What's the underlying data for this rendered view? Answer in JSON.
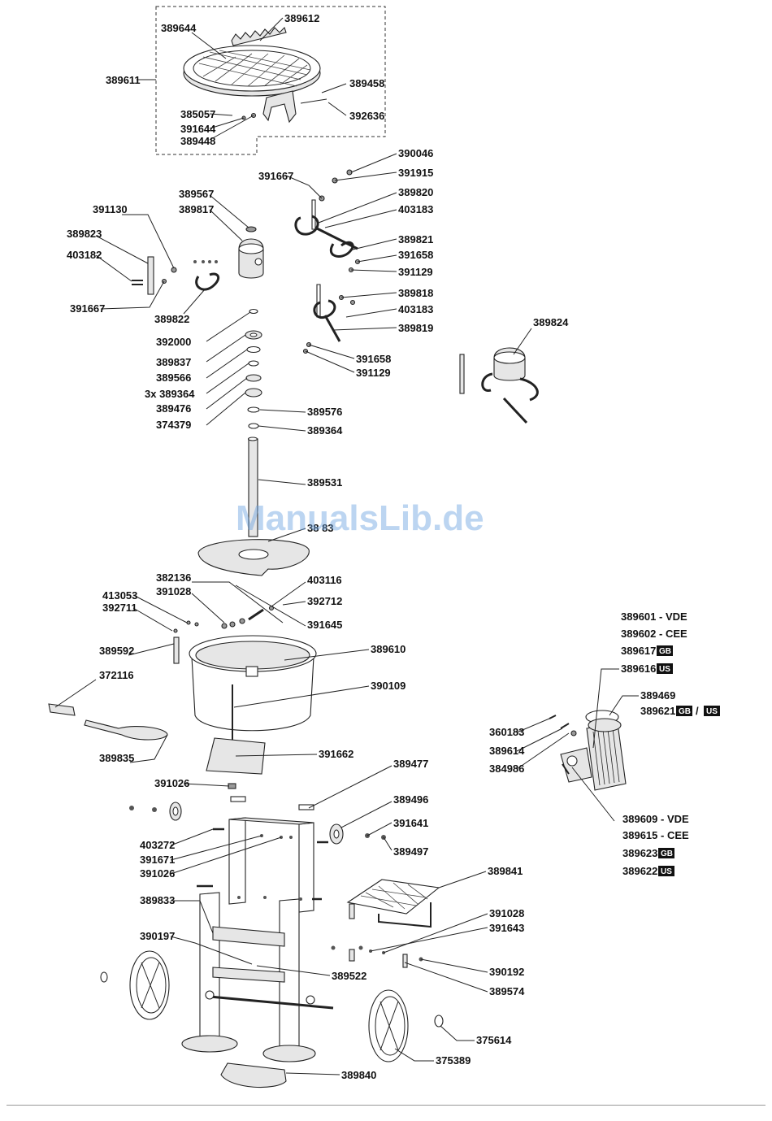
{
  "watermark": "ManualsLib.de",
  "parts": [
    "389612",
    "389644",
    "389611",
    "389458",
    "385057",
    "391644",
    "389448",
    "392636",
    "390046",
    "391667",
    "391915",
    "389820",
    "403183",
    "389821",
    "391658",
    "391129",
    "389818",
    "403183",
    "389819",
    "391658",
    "391129",
    "389567",
    "389817",
    "391130",
    "389823",
    "403182",
    "391667",
    "389822",
    "392000",
    "389837",
    "389566",
    "3x 389364",
    "389476",
    "374379",
    "389576",
    "389364",
    "389531",
    "38 83",
    "382136",
    "391028",
    "403116",
    "392712",
    "413053",
    "392711",
    "391645",
    "389592",
    "389610",
    "372116",
    "390109",
    "389835",
    "391662",
    "391026",
    "389477",
    "389496",
    "391641",
    "389497",
    "403272",
    "391671",
    "391026",
    "389841",
    "389833",
    "391028",
    "391643",
    "390197",
    "390192",
    "389522",
    "389574",
    "375614",
    "375389",
    "389840",
    "389824",
    "389469",
    "360183",
    "389614",
    "384986"
  ],
  "motor_variants": [
    {
      "num": "389601 -",
      "suffix": "VDE",
      "badge": ""
    },
    {
      "num": "389602 -",
      "suffix": "CEE",
      "badge": ""
    },
    {
      "num": "389617 -",
      "suffix": "",
      "badge": "GB"
    },
    {
      "num": "389616 -",
      "suffix": "",
      "badge": "US"
    }
  ],
  "motor_alt": {
    "num": "389621 -",
    "badge1": "GB",
    "sep": "/",
    "badge2": "US"
  },
  "gear_variants": [
    {
      "num": "389609 -",
      "suffix": "VDE",
      "badge": ""
    },
    {
      "num": "389615 -",
      "suffix": "CEE",
      "badge": ""
    },
    {
      "num": "389623 -",
      "suffix": "",
      "badge": "GB"
    },
    {
      "num": "389622 -",
      "suffix": "",
      "badge": "US"
    }
  ]
}
